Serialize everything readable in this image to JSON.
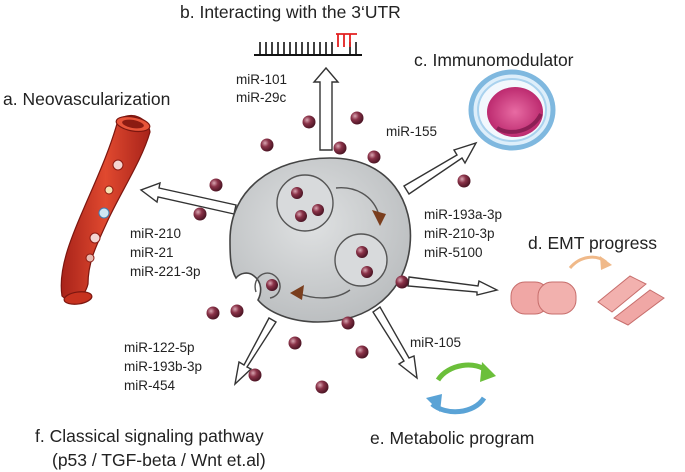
{
  "titles": {
    "a": "a. Neovascularization",
    "b": "b. Interacting with the 3‘UTR",
    "c": "c. Immunomodulator",
    "d": "d. EMT progress",
    "e": "e. Metabolic program",
    "f_line1": "f. Classical signaling pathway",
    "f_line2": "(p53 / TGF-beta / Wnt et.al)"
  },
  "mirnas": {
    "b": [
      "miR-101",
      "miR-29c"
    ],
    "c": [
      "miR-155"
    ],
    "d": [
      "miR-193a-3p",
      "miR-210-3p",
      "miR-5100"
    ],
    "a": [
      "miR-210",
      "miR-21",
      "miR-221-3p"
    ],
    "e": [
      "miR-105"
    ],
    "f": [
      "miR-122-5p",
      "miR-193b-3p",
      "miR-454"
    ]
  },
  "colors": {
    "vesicle": "#7a2a3e",
    "cell_fill": "#c9ccce",
    "vessel": "#c7321f",
    "utr_highlight": "#e32020",
    "immune_cell": "#d64a8a",
    "epithelial": "#f0a7a5",
    "cycle_green": "#6bbf3a",
    "cycle_blue": "#5aa3d6"
  },
  "icons": {
    "a": "blood-vessel-icon",
    "b": "mrna-3utr-icon",
    "c": "immune-cell-icon",
    "d": "epithelial-cells-icon",
    "e": "metabolic-cycle-icon"
  }
}
